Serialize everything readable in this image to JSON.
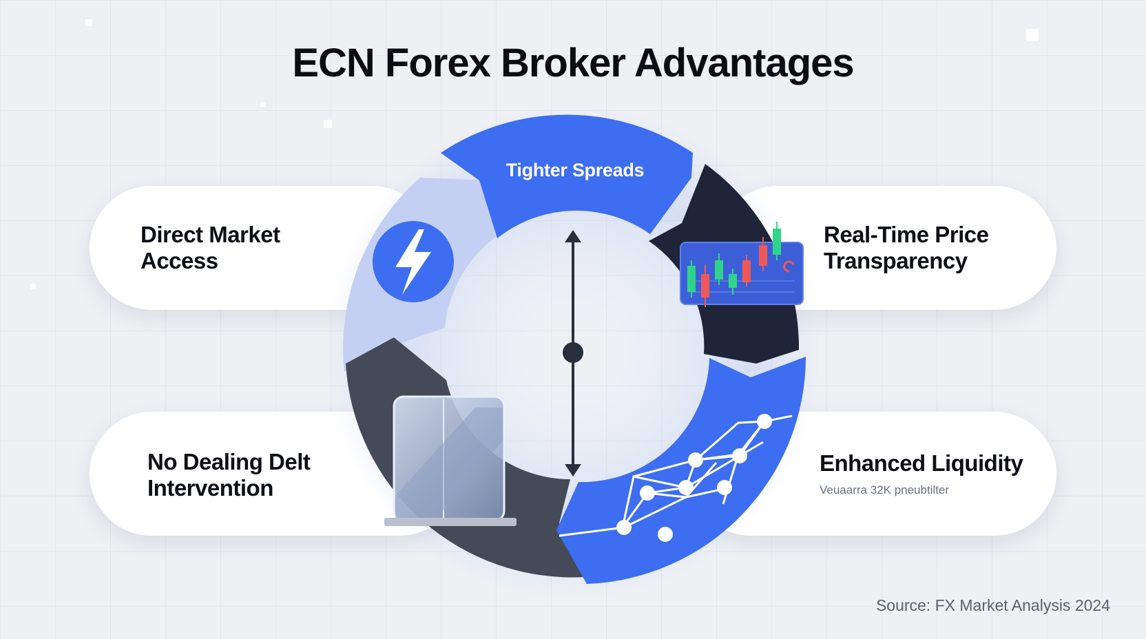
{
  "title": "ECN Forex Broker Advantages",
  "center": {
    "top_label": "Tighter Spreads"
  },
  "items": [
    {
      "label_line1": "Direct Market",
      "label_line2": "Access",
      "icon": "lightning-bolt-icon"
    },
    {
      "label_line1": "Real-Time Price",
      "label_line2": "Transparency",
      "icon": "candlestick-chart-icon"
    },
    {
      "label_line1": "No Dealing Delt",
      "label_line2": "Intervention",
      "icon": "glass-panel-icon"
    },
    {
      "label_line1": "Enhanced Liquidity",
      "label_line2": "",
      "sub": "Veuaarra 32K pneubtilter",
      "icon": "network-graph-icon"
    }
  ],
  "source": "Source: FX Market Analysis 2024",
  "colors": {
    "accent_blue": "#3d6df0",
    "light_blue": "#c4d0f3",
    "navy": "#1f2538",
    "slate": "#444a57",
    "bull": "#2fd48a",
    "bear": "#f05858"
  }
}
